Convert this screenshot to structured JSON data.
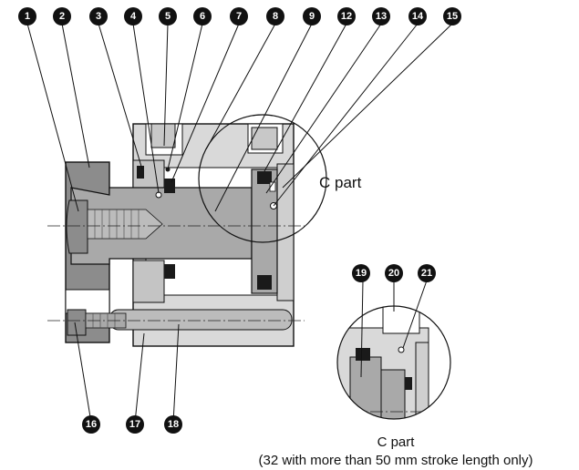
{
  "badges": {
    "b1": "1",
    "b2": "2",
    "b3": "3",
    "b4": "4",
    "b5": "5",
    "b6": "6",
    "b7": "7",
    "b8": "8",
    "b9": "9",
    "b12": "12",
    "b13": "13",
    "b14": "14",
    "b15": "15",
    "b16": "16",
    "b17": "17",
    "b18": "18",
    "b19": "19",
    "b20": "20",
    "b21": "21"
  },
  "labels": {
    "c_part_main": "C part",
    "c_part_detail": "C part",
    "detail_note": "(32 with more than 50 mm stroke length only)"
  },
  "colors": {
    "body_light": "#d9d9d9",
    "part_mid": "#a9a9a9",
    "part_dark": "#8c8c8c",
    "seal": "#1a1a1a",
    "badge": "#111111"
  }
}
